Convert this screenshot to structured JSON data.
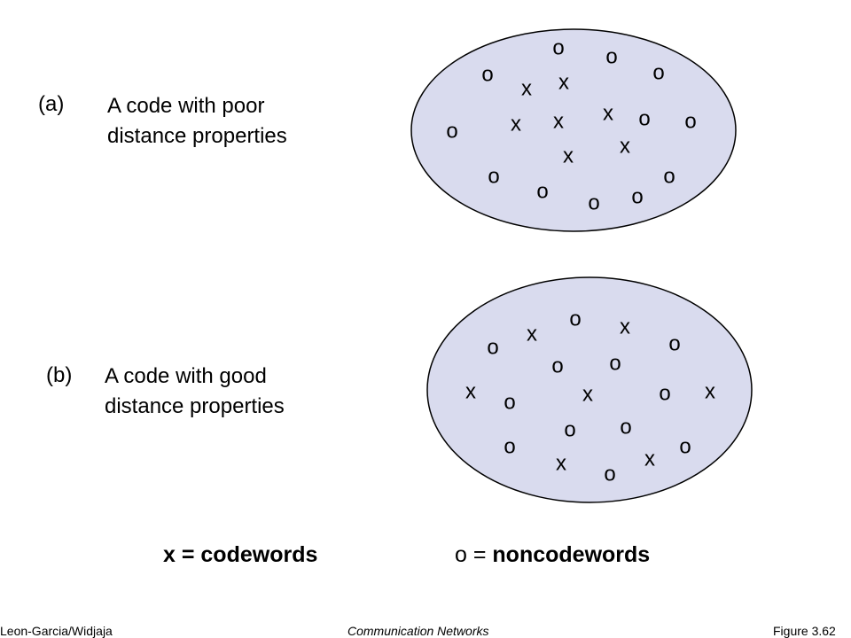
{
  "panels": [
    {
      "tag": "(a)",
      "desc_line1": "A code with poor",
      "desc_line2": "distance properties",
      "fill_color": "#d9dbee",
      "marks": [
        {
          "s": "o"
        },
        {
          "s": "o"
        },
        {
          "s": "o"
        },
        {
          "s": "x"
        },
        {
          "s": "x"
        },
        {
          "s": "o"
        },
        {
          "s": "o"
        },
        {
          "s": "x"
        },
        {
          "s": "x"
        },
        {
          "s": "x"
        },
        {
          "s": "o"
        },
        {
          "s": "o"
        },
        {
          "s": "x"
        },
        {
          "s": "x"
        },
        {
          "s": "o"
        },
        {
          "s": "o"
        },
        {
          "s": "o"
        },
        {
          "s": "o"
        },
        {
          "s": "o"
        }
      ]
    },
    {
      "tag": "(b)",
      "desc_line1": "A code with good",
      "desc_line2": "distance properties",
      "fill_color": "#d9dbee",
      "marks": [
        {
          "s": "o"
        },
        {
          "s": "x"
        },
        {
          "s": "o"
        },
        {
          "s": "x"
        },
        {
          "s": "o"
        },
        {
          "s": "o"
        },
        {
          "s": "o"
        },
        {
          "s": "x"
        },
        {
          "s": "o"
        },
        {
          "s": "x"
        },
        {
          "s": "o"
        },
        {
          "s": "x"
        },
        {
          "s": "o"
        },
        {
          "s": "o"
        },
        {
          "s": "o"
        },
        {
          "s": "x"
        },
        {
          "s": "o"
        },
        {
          "s": "x"
        },
        {
          "s": "o"
        }
      ]
    }
  ],
  "legend": {
    "codeword_symbol": "x",
    "codeword_eq": " = ",
    "codeword_label": "codewords",
    "noncodeword_symbol": "o",
    "noncodeword_eq": " = ",
    "noncodeword_label": "noncodewords"
  },
  "footer": {
    "left": "Leon-Garcia/Widjaja",
    "center": "Communication Networks",
    "right": "Figure 3.62"
  }
}
